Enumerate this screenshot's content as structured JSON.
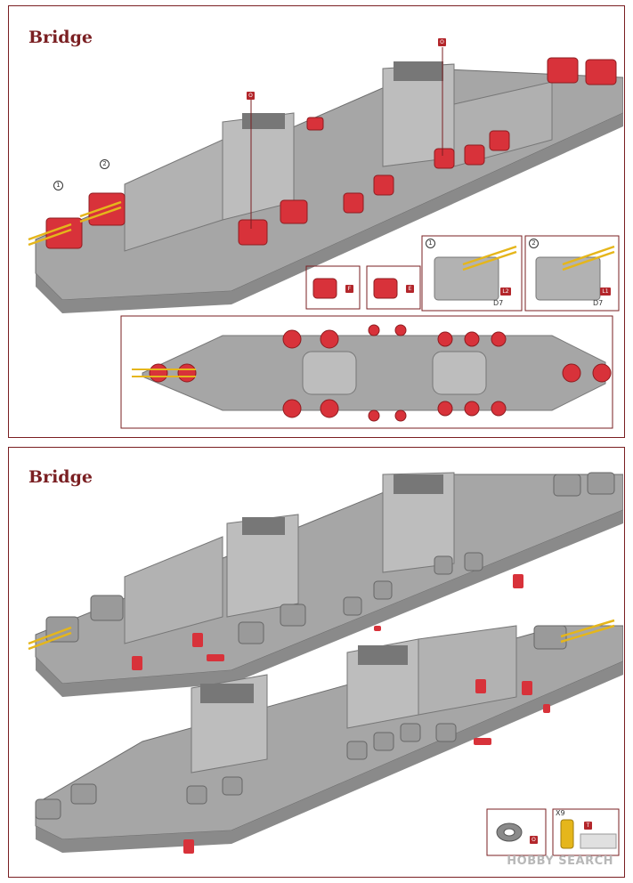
{
  "sections": [
    {
      "title": "Bridge"
    },
    {
      "title": "Bridge"
    }
  ],
  "callouts": {
    "turret_1": "1",
    "turret_2": "2",
    "part_o": "O",
    "part_f": "F",
    "part_e": "E",
    "part_l2": "L2",
    "part_l1": "L1",
    "part_d7": "D7",
    "part_t": "T",
    "quantity_x9": "X9"
  },
  "watermark": "HOBBY SEARCH",
  "colors": {
    "frame": "#7a1f22",
    "hull": "#a9a9a9",
    "highlight": "#d8323a",
    "barrel": "#e5b61b"
  }
}
